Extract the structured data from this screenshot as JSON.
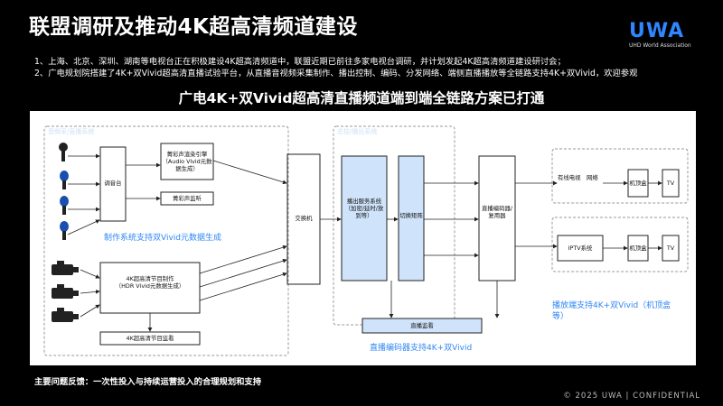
{
  "header": {
    "title": "联盟调研及推动4K超高清频道建设"
  },
  "logo": {
    "brand": "UWA",
    "tagline": "UHD World Association"
  },
  "intro": {
    "line1": "1、上海、北京、深圳、湖南等电视台正在积极建设4K超高清频道中，联盟近期已前往多家电视台调研，并计划发起4K超高清频道建设研讨会；",
    "line2": "2、广电规划院搭建了4K+双Vivid超高清直播试验平台，从直播音视频采集制作、播出控制、编码、分发网络、端侧直播播放等全链路支持4K+双Vivid，欢迎参观"
  },
  "subtitle": "广电4K+双Vivid超高清直播频道端到端全链路方案已打通",
  "diagram": {
    "section_left": "音频采/直播系统",
    "section_mid": "总控/播出系统",
    "boxes": {
      "mixer": "调音台",
      "audio_encoder": "菁彩声渲染引擎\n（Audio Vivid元数据生成）",
      "audio_monitor": "菁彩声监听",
      "hdr_producer": "4K超高清节目制作\n（HDR Vivid元数据生成）",
      "hdr_monitor": "4K超高清节目监看",
      "switch": "交换机",
      "playout_server": "播出服务系统\n（加密/延时/放到等）",
      "switch_matrix": "切换矩阵",
      "live_encoder": "直播编码器/复用器",
      "encoder_monitor": "直播监看",
      "cable_tv": "有线电视　网络",
      "stb1": "机顶盒",
      "tv1": "TV",
      "iptv": "IPTV系统",
      "stb2": "机顶盒",
      "tv2": "TV"
    },
    "notes": {
      "production": "制作系统支持双Vivid元数据生成",
      "encoder": "直播编码器支持4K+双Vivid",
      "playback": "播放端支持4K+双Vivid（机顶盒等）"
    }
  },
  "feedback": "主要问题反馈：一次性投入与持续运营投入的合理规划和支持",
  "footer": "© 2025 UWA | CONFIDENTIAL"
}
